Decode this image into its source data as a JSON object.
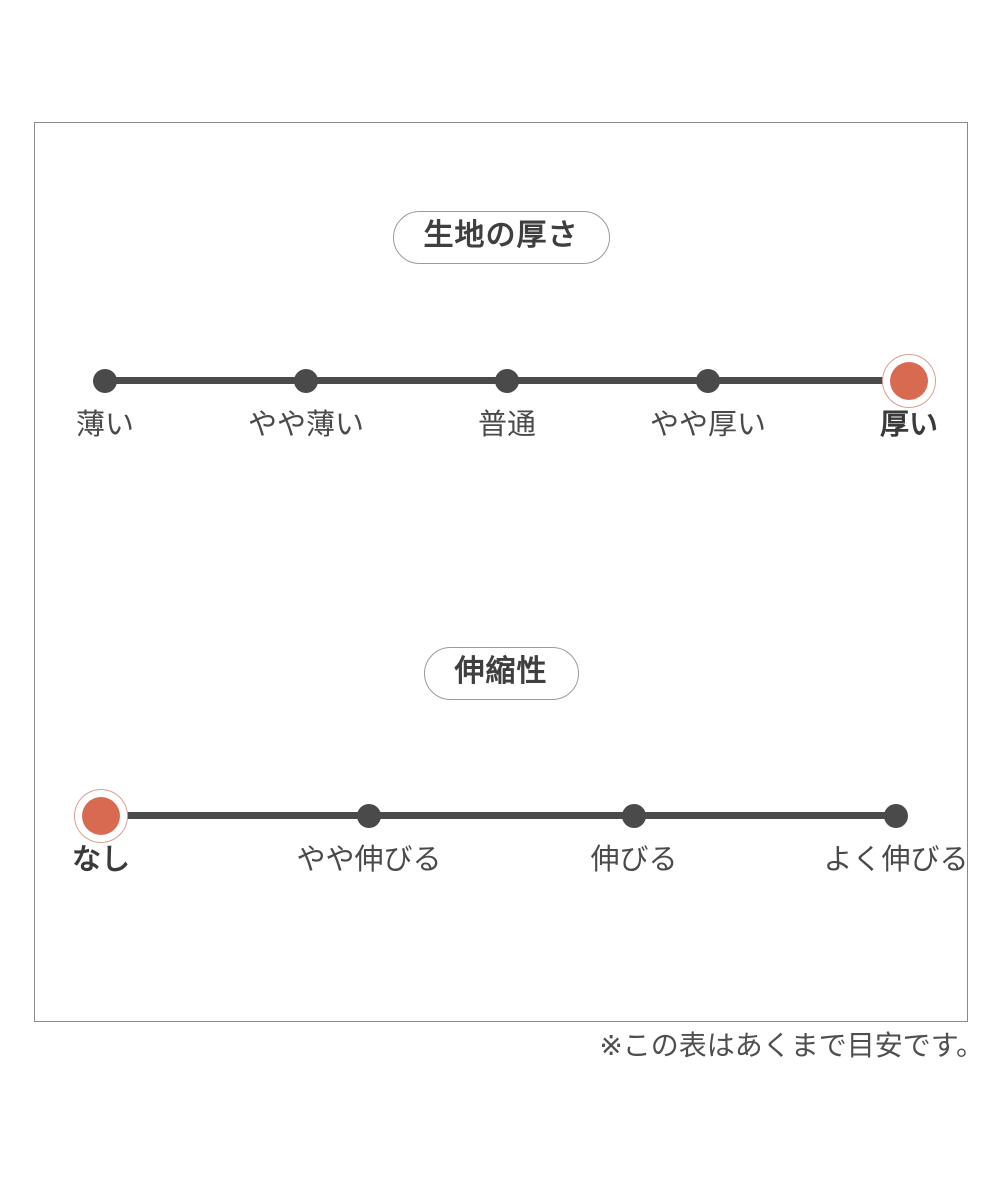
{
  "card": {
    "sections": [
      {
        "name": "fabric-thickness",
        "badge_label": "生地の厚さ",
        "scale": {
          "points": [
            {
              "label": "薄い",
              "selected": false
            },
            {
              "label": "やや薄い",
              "selected": false
            },
            {
              "label": "普通",
              "selected": false
            },
            {
              "label": "やや厚い",
              "selected": false
            },
            {
              "label": "厚い",
              "selected": true
            }
          ],
          "selected_index": 4,
          "selected_label": "厚い"
        }
      },
      {
        "name": "stretchability",
        "badge_label": "伸縮性",
        "scale": {
          "points": [
            {
              "label": "なし",
              "selected": true
            },
            {
              "label": "やや伸びる",
              "selected": false
            },
            {
              "label": "伸びる",
              "selected": false
            },
            {
              "label": "よく伸びる",
              "selected": false
            }
          ],
          "selected_index": 0,
          "selected_label": "なし"
        }
      }
    ],
    "footnote": "※この表はあくまで目安です。"
  },
  "colors": {
    "accent": "#d96a52",
    "accent_ring": "#d9a195",
    "track": "#4a4a4a",
    "text": "#4a4a4a",
    "border": "#8a8a8a",
    "badge_border": "#9b9b9b",
    "background": "#ffffff"
  }
}
